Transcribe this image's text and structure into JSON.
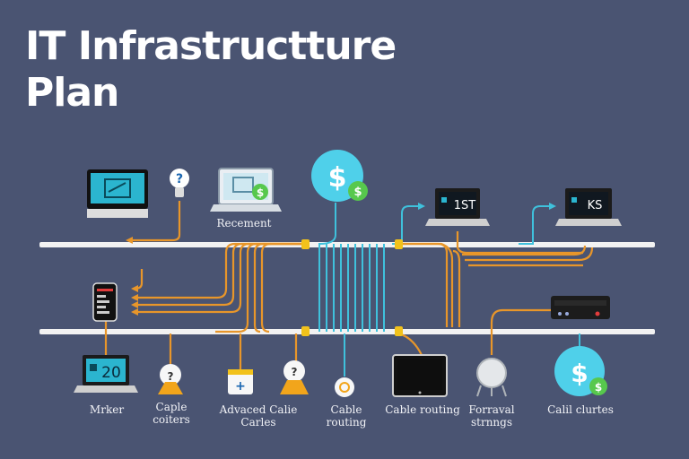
{
  "title_line1": "IT Infrastructture",
  "title_line2": "Plan",
  "screens": {
    "laptop_top_mid": "1ST",
    "laptop_top_right": "KS",
    "laptop_bottom_left": "20"
  },
  "labels": {
    "recement": "Recement",
    "mrker": "Mrker",
    "caple_coiters": "Caple\ncoiters",
    "advaced": "Advaced Calie Carles",
    "cable_routing_1": "Cable routing",
    "cable_routing_2": "Cable routing",
    "forraval": "Forraval\nstrnngs",
    "calil_clurtes": "Calil clurtes"
  },
  "colors": {
    "background": "#4a5472",
    "rail": "#f2f2f2",
    "orange_cable": "#e8962a",
    "blue_cable": "#3fc1dc",
    "connector": "#f2c21b",
    "green_badge": "#57c84d"
  }
}
